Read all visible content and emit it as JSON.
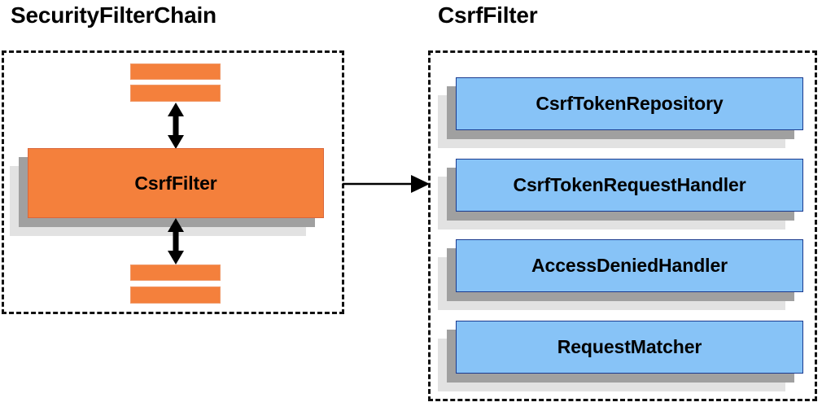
{
  "diagram": {
    "title_left": "SecurityFilterChain",
    "title_right": "CsrfFilter",
    "colors": {
      "orange_fill": "#f4803c",
      "orange_border": "#d9663a",
      "blue_fill": "#87c3f7",
      "blue_border": "#1a3a8f",
      "shadow_near": "#a0a0a0",
      "shadow_far": "#e2e2e2",
      "dash_border": "#111111",
      "text": "#000000"
    }
  },
  "left_panel": {
    "title": "SecurityFilterChain",
    "main_node": {
      "label": "CsrfFilter"
    },
    "stripes_above": [
      "",
      ""
    ],
    "stripes_below": [
      "",
      ""
    ],
    "arrows": [
      {
        "name": "arrow-above-csrffilter",
        "direction": "bidirectional",
        "orientation": "vertical"
      },
      {
        "name": "arrow-below-csrffilter",
        "direction": "bidirectional",
        "orientation": "vertical"
      }
    ]
  },
  "connector": {
    "name": "arrow-securityfilterchain-to-csrffilter",
    "direction": "right",
    "orientation": "horizontal"
  },
  "right_panel": {
    "title": "CsrfFilter",
    "collaborators": [
      {
        "label": "CsrfTokenRepository"
      },
      {
        "label": "CsrfTokenRequestHandler"
      },
      {
        "label": "AccessDeniedHandler"
      },
      {
        "label": "RequestMatcher"
      }
    ]
  }
}
